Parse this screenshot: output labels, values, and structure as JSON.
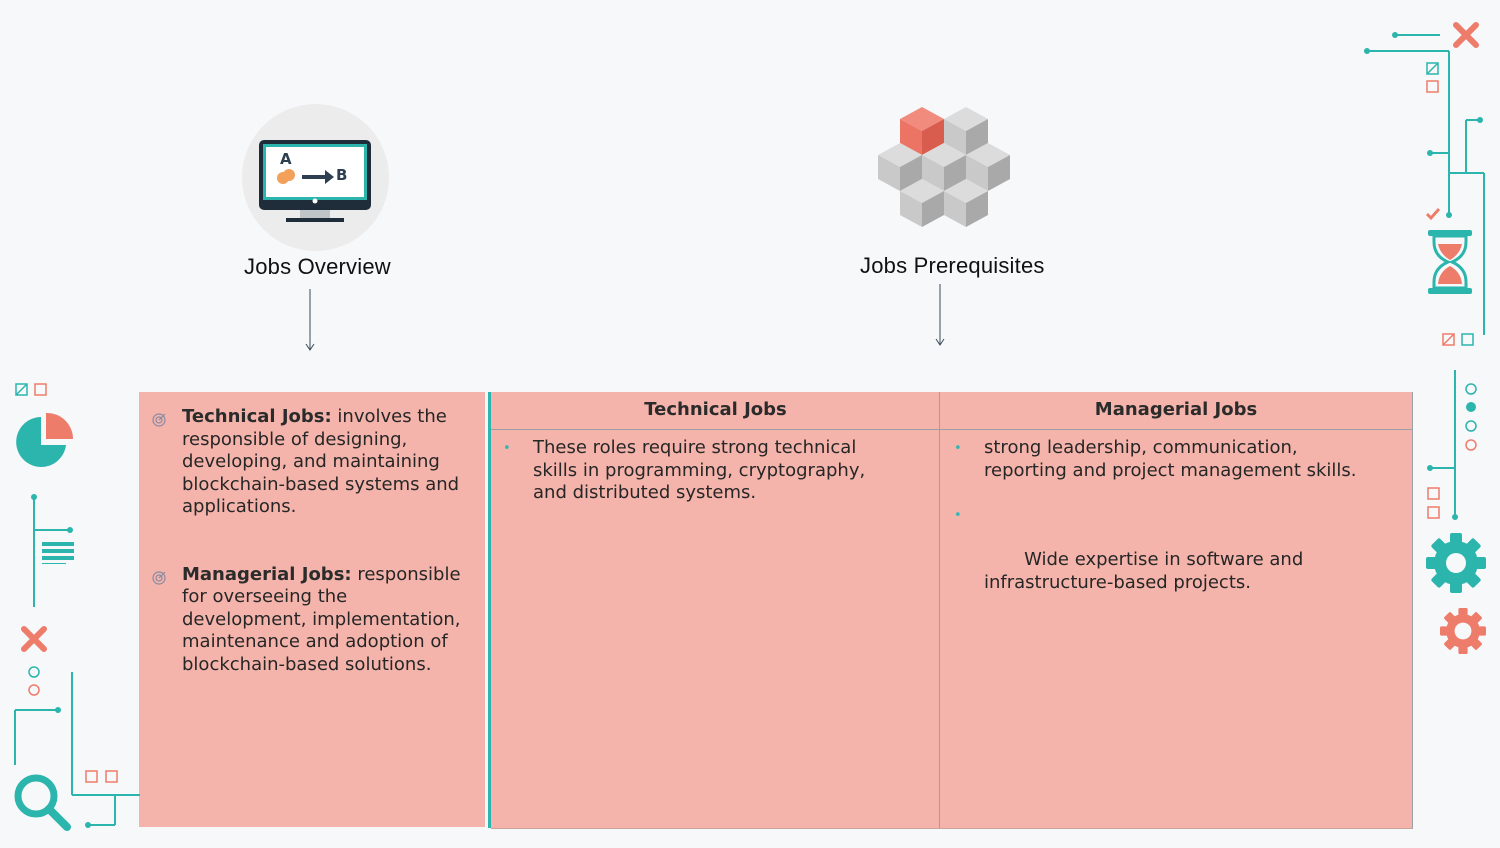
{
  "headings": {
    "overview": "Jobs Overview",
    "prerequisites": "Jobs Prerequisites"
  },
  "overview_icon": {
    "label_a": "A",
    "label_b": "B"
  },
  "overview_items": [
    {
      "title": "Technical Jobs:",
      "text": " involves the responsible of designing, developing, and maintaining blockchain-based systems and applications."
    },
    {
      "title": "Managerial Jobs:",
      "text": " responsible for overseeing the development, implementation, maintenance and adoption of blockchain-based solutions."
    }
  ],
  "table": {
    "technical": {
      "header": "Technical Jobs",
      "items": [
        "These roles require strong technical skills in programming, cryptography, and distributed systems."
      ]
    },
    "managerial": {
      "header": "Managerial Jobs",
      "items": [
        "strong leadership, communication, reporting and project management skills.",
        " Wide expertise in software and infrastructure-based projects."
      ]
    }
  },
  "colors": {
    "card": "#f4b4ab",
    "teal": "#2bb5ad",
    "coral": "#ee7c6b",
    "header_text": "#2b2b2b"
  },
  "icons": [
    "pie-chart-icon",
    "list-icon",
    "close-icon",
    "search-icon",
    "gear-icon",
    "hourglass-icon",
    "checkmark-icon",
    "cubes-icon",
    "monitor-icon",
    "target-bullet-icon"
  ]
}
